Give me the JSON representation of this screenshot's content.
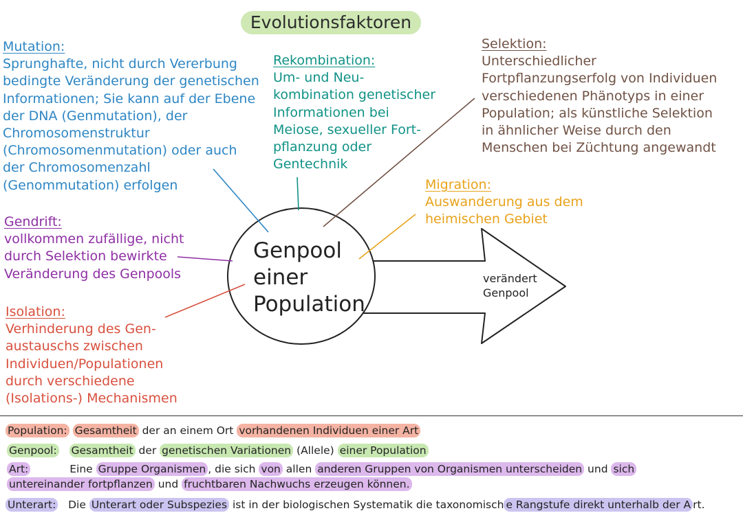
{
  "title": "Evolutionsfaktoren",
  "center": {
    "lines": [
      "Genpool",
      "einer",
      "Population"
    ]
  },
  "arrow": {
    "lines": [
      "verändert",
      "Genpool"
    ]
  },
  "factors": {
    "mutation": {
      "heading": "Mutation:",
      "color": "#2d86c4",
      "lines": [
        "Sprunghafte, nicht durch Vererbung",
        "bedingte Veränderung der genetischen",
        "Informationen; Sie kann auf der Ebene",
        "der DNA (Genmutation), der",
        "Chromosomenstruktur",
        "(Chromosomenmutation) oder auch",
        "der Chromosomenzahl",
        "(Genommutation) erfolgen"
      ]
    },
    "rekombination": {
      "heading": "Rekombination:",
      "color": "#109286",
      "lines": [
        "Um- und Neu-",
        "kombination genetischer",
        "Informationen bei",
        "Meiose, sexueller Fort-",
        "pflanzung oder",
        "Gentechnik"
      ]
    },
    "selektion": {
      "heading": "Selektion:",
      "color": "#705245",
      "lines": [
        "Unterschiedlicher",
        "Fortpflanzungserfolg von Individuen",
        "verschiedenen Phänotyps in einer",
        "Population; als künstliche Selektion",
        "in ähnlicher Weise durch den",
        "Menschen bei Züchtung angewandt"
      ]
    },
    "migration": {
      "heading": "Migration:",
      "color": "#e8a21a",
      "lines": [
        "Auswanderung aus dem",
        "heimischen Gebiet"
      ]
    },
    "gendrift": {
      "heading": "Gendrift:",
      "color": "#8e2fa4",
      "lines": [
        "vollkommen zufällige, nicht",
        "durch Selektion bewirkte",
        "Veränderung des Genpools"
      ]
    },
    "isolation": {
      "heading": "Isolation:",
      "color": "#d8503e",
      "lines": [
        "Verhinderung des Gen-",
        "austauschs zwischen",
        "Individuen/Populationen",
        "durch verschiedene",
        "(Isolations-) Mechanismen"
      ]
    }
  },
  "definitions": {
    "population": {
      "term": "Population:",
      "p1": "Gesamtheit",
      "p2": " der an einem Ort ",
      "p3": "vorhandenen Individuen einer Art"
    },
    "genpool": {
      "term": "Genpool:",
      "p1": "Gesamtheit",
      "p2": " der ",
      "p3": "genetischen Variationen",
      "p4": " (Allele) ",
      "p5": "einer Population"
    },
    "art": {
      "term": "Art:",
      "p1": "Eine ",
      "p2": "Gruppe Organismen",
      "p3": ", die sich ",
      "p4": "von",
      "p5": " allen ",
      "p6": "anderen Gruppen von Organismen unterscheiden",
      "p7": " und ",
      "p8": "sich",
      "p9": "untereinander fortpflanzen",
      "p10": " und ",
      "p11": "fruchtbaren Nachwuchs erzeugen können."
    },
    "unterart": {
      "term": "Unterart:",
      "p1": "Die ",
      "p2": "Unterart oder Subspezies",
      "p3": " ist in der biologischen Systematik die taxonomisch",
      "p4": "e Rangstufe direkt unterhalb der A",
      "p5": "rt."
    }
  }
}
